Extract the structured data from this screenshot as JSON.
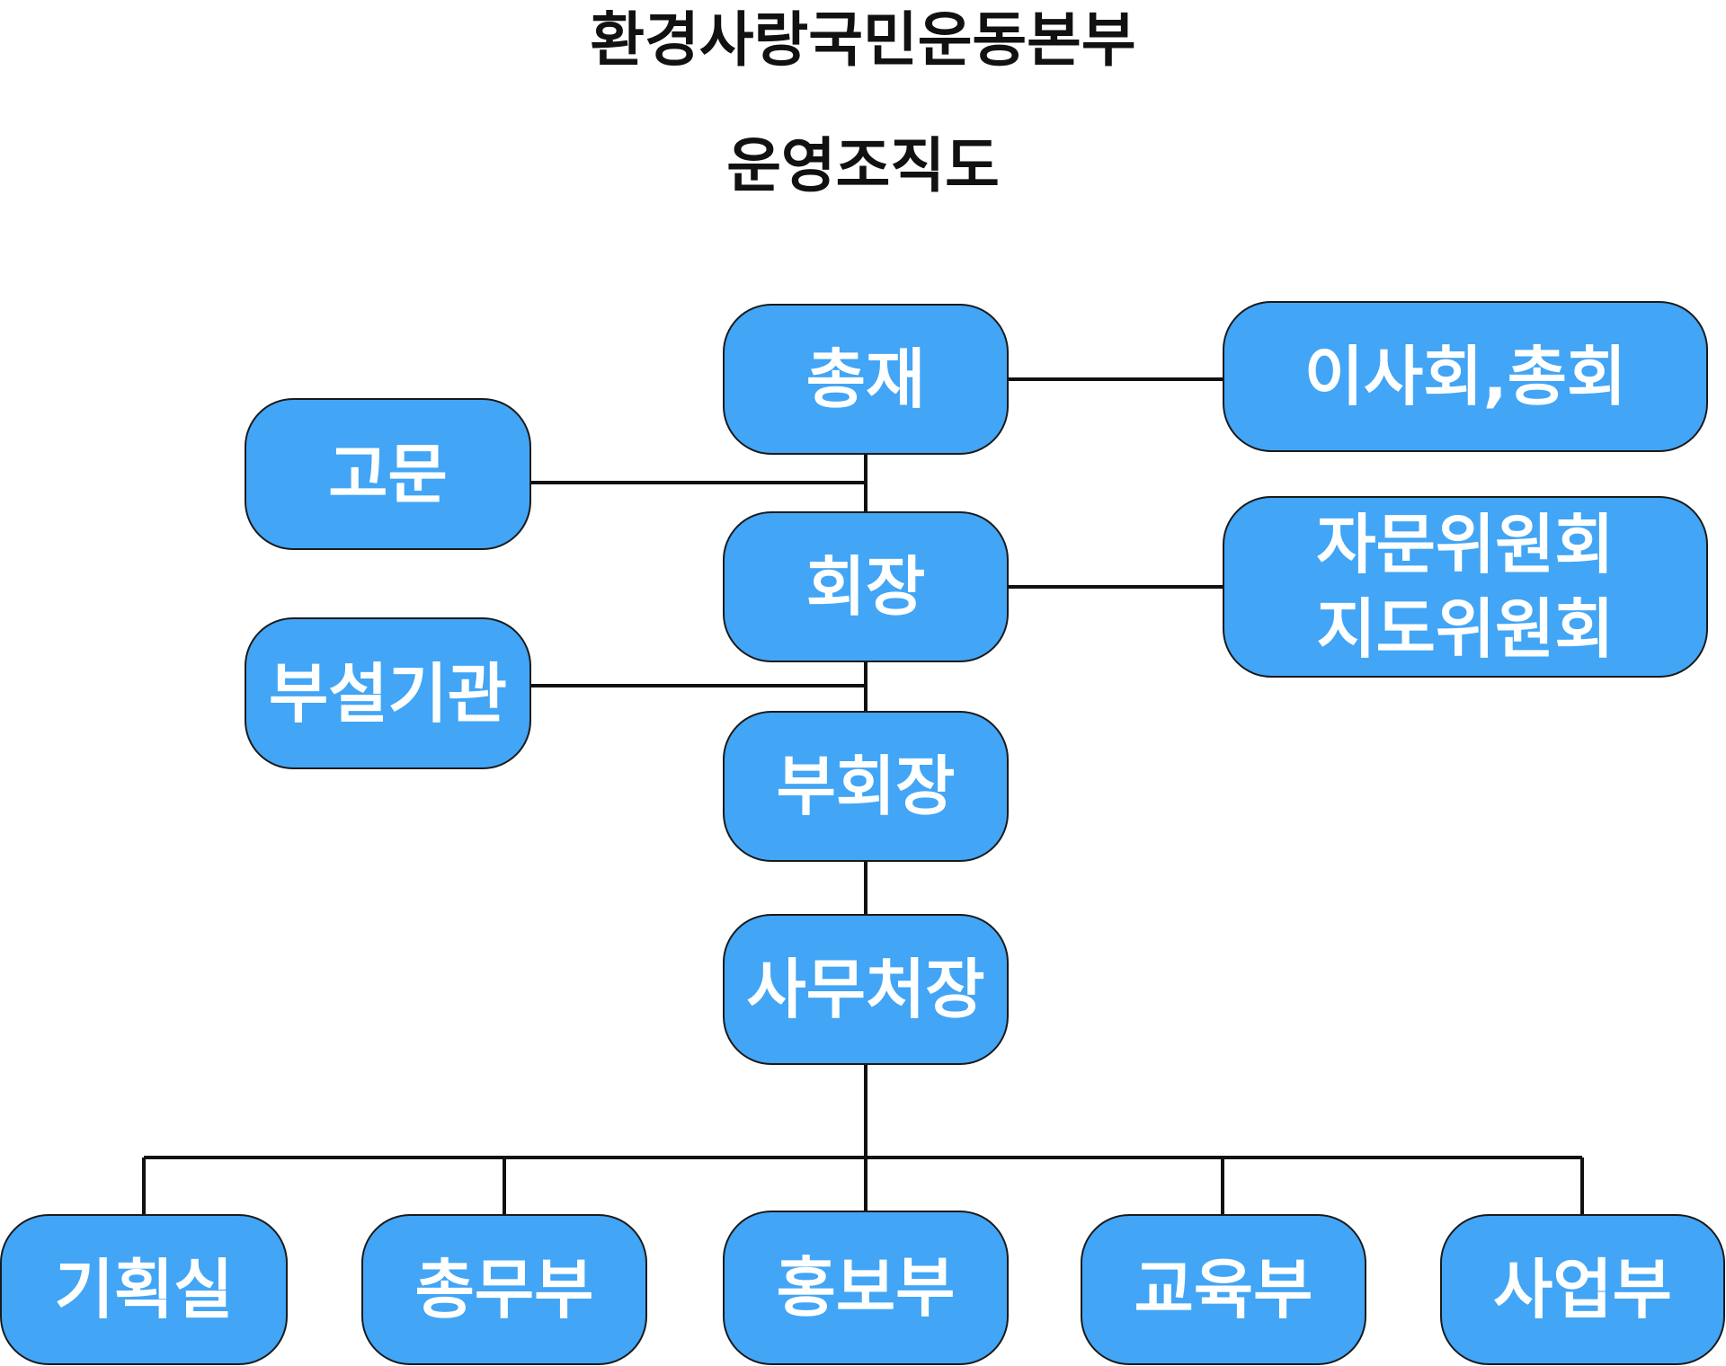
{
  "title": {
    "line1": "환경사랑국민운동본부",
    "line2": "운영조직도"
  },
  "nodes": {
    "chongjae": "총재",
    "board": "이사회,총회",
    "advisor": "고문",
    "chairman": "회장",
    "committee_line1": "자문위원회",
    "committee_line2": "지도위원회",
    "affiliated": "부설기관",
    "vice_chairman": "부회장",
    "secretary_general": "사무처장",
    "planning": "기획실",
    "general_affairs": "총무부",
    "publicity": "홍보부",
    "education": "교육부",
    "business": "사업부"
  },
  "colors": {
    "node_fill": "#42a5f5",
    "node_border": "#1a1a1a",
    "connector": "#111111",
    "title_text": "#111111"
  }
}
